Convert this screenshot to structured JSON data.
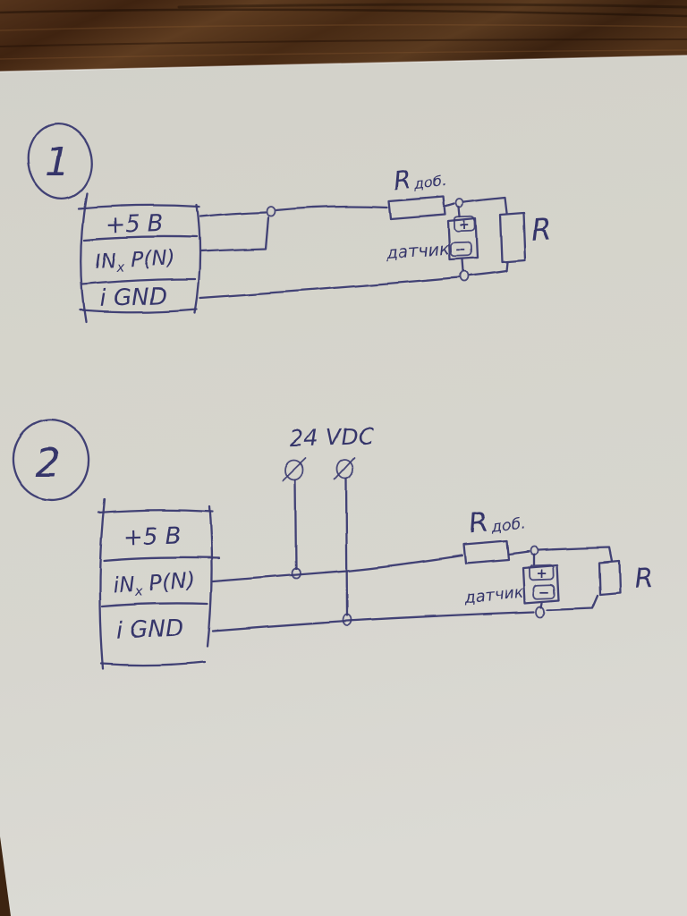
{
  "scene": {
    "ink_color": "#3a3a70",
    "paper_color": "#d6d5ce",
    "wood_color": "#4a2b15"
  },
  "circuit1": {
    "number": "1",
    "terminal_block": {
      "rows": [
        {
          "label": "+5 В"
        },
        {
          "pre": "IN",
          "sub": "x",
          "post": " P(N)"
        },
        {
          "label": "i GND"
        }
      ]
    },
    "series_resistor": {
      "name": "R",
      "suffix": "доб."
    },
    "sensor": {
      "label": "датчик",
      "plus": "+",
      "minus": "−"
    },
    "load_resistor": {
      "label": "R"
    }
  },
  "circuit2": {
    "number": "2",
    "supply": {
      "label": "24 VDC"
    },
    "terminal_block": {
      "rows": [
        {
          "label": "+5 В"
        },
        {
          "pre": "iN",
          "sub": "x",
          "post": " P(N)"
        },
        {
          "label": "i GND"
        }
      ]
    },
    "series_resistor": {
      "name": "R",
      "suffix": "доб."
    },
    "sensor": {
      "label": "датчик",
      "plus": "+",
      "minus": "−"
    },
    "load_resistor": {
      "label": "R"
    }
  }
}
